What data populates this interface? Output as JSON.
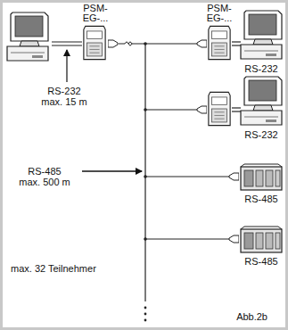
{
  "diagram": {
    "labels": [
      "PSM-",
      "EG-...",
      "PSM-",
      "EG-...",
      "RS-232",
      "max. 15 m",
      "RS-232",
      "RS-232",
      "RS-485",
      "max. 500 m",
      "RS-485",
      "RS-485",
      "max. 32 Teilnehmer",
      "Abb.2b"
    ]
  }
}
